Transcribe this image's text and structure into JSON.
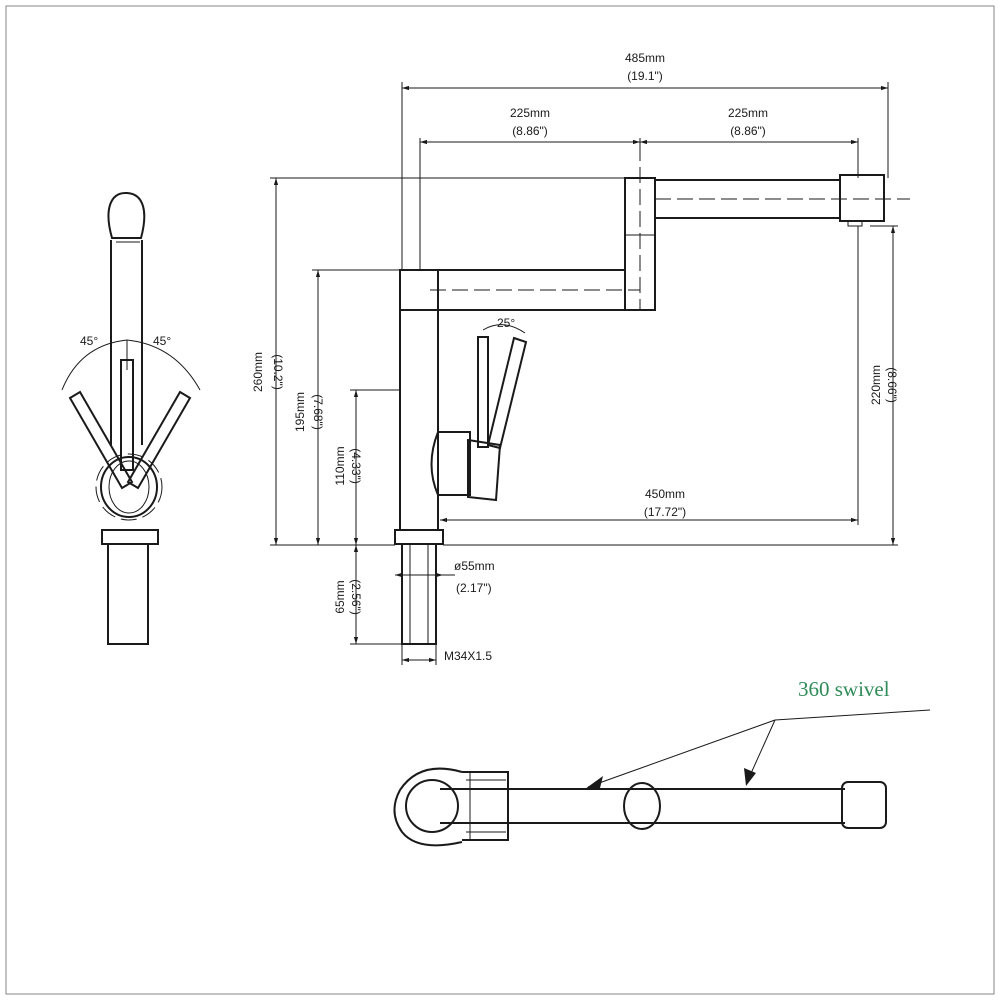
{
  "dimensions": {
    "overall_length": {
      "metric": "485mm",
      "imperial": "(19.1\")"
    },
    "arm_left": {
      "metric": "225mm",
      "imperial": "(8.86\")"
    },
    "arm_right": {
      "metric": "225mm",
      "imperial": "(8.86\")"
    },
    "total_height": {
      "metric": "260mm",
      "imperial": "(10.2\")"
    },
    "body_height": {
      "metric": "195mm",
      "imperial": "(7.68\")"
    },
    "handle_height": {
      "metric": "110mm",
      "imperial": "(4.33\")"
    },
    "spout_clearance": {
      "metric": "220mm",
      "imperial": "(8.66\")"
    },
    "reach": {
      "metric": "450mm",
      "imperial": "(17.72\")"
    },
    "base_diameter": {
      "metric": "ø55mm",
      "imperial": "(2.17\")"
    },
    "shank_length": {
      "metric": "65mm",
      "imperial": "(2.56\")"
    },
    "thread": "M34X1.5",
    "handle_tilt": "25°",
    "side_angle_left": "45°",
    "side_angle_right": "45°"
  },
  "annotation": {
    "swivel_label": "360 swivel",
    "color": "#2e8b57"
  }
}
